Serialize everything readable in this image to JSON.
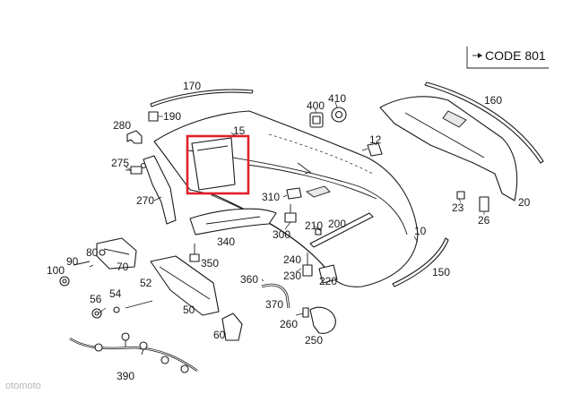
{
  "code_box": {
    "label": "CODE 801"
  },
  "highlight": {
    "color": "#e0202a"
  },
  "watermark": "otomoto",
  "callouts": [
    {
      "id": "170",
      "text": "170"
    },
    {
      "id": "190",
      "text": "190"
    },
    {
      "id": "280",
      "text": "280"
    },
    {
      "id": "275",
      "text": "275"
    },
    {
      "id": "270",
      "text": "270"
    },
    {
      "id": "15",
      "text": "15"
    },
    {
      "id": "400",
      "text": "400"
    },
    {
      "id": "410",
      "text": "410"
    },
    {
      "id": "12",
      "text": "12"
    },
    {
      "id": "160",
      "text": "160"
    },
    {
      "id": "20",
      "text": "20"
    },
    {
      "id": "23",
      "text": "23"
    },
    {
      "id": "26",
      "text": "26"
    },
    {
      "id": "310",
      "text": "310"
    },
    {
      "id": "300",
      "text": "300"
    },
    {
      "id": "210",
      "text": "210"
    },
    {
      "id": "200",
      "text": "200"
    },
    {
      "id": "10",
      "text": "10"
    },
    {
      "id": "340",
      "text": "340"
    },
    {
      "id": "350",
      "text": "350"
    },
    {
      "id": "240",
      "text": "240"
    },
    {
      "id": "230",
      "text": "230"
    },
    {
      "id": "220",
      "text": "220"
    },
    {
      "id": "150",
      "text": "150"
    },
    {
      "id": "80",
      "text": "80"
    },
    {
      "id": "90",
      "text": "90"
    },
    {
      "id": "100",
      "text": "100"
    },
    {
      "id": "70",
      "text": "70"
    },
    {
      "id": "52",
      "text": "52"
    },
    {
      "id": "56",
      "text": "56"
    },
    {
      "id": "54",
      "text": "54"
    },
    {
      "id": "50",
      "text": "50"
    },
    {
      "id": "360",
      "text": "360"
    },
    {
      "id": "370",
      "text": "370"
    },
    {
      "id": "260",
      "text": "260"
    },
    {
      "id": "250",
      "text": "250"
    },
    {
      "id": "60",
      "text": "60"
    },
    {
      "id": "390",
      "text": "390"
    }
  ]
}
